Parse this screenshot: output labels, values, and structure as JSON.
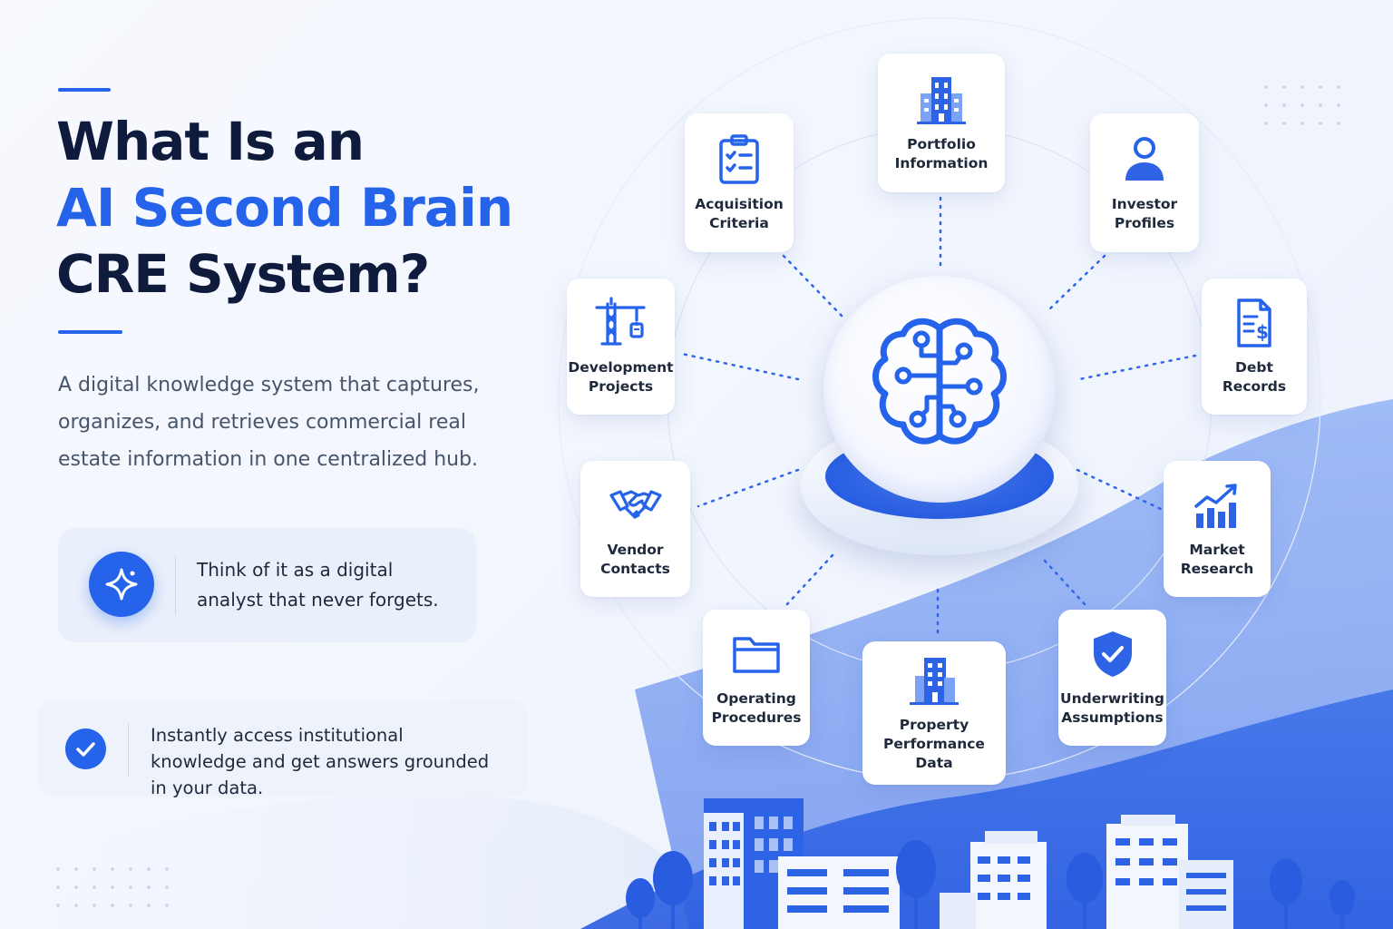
{
  "header": {
    "title_line1": "What Is an",
    "title_line2": "AI Second Brain",
    "title_line3": "CRE System?",
    "description": "A digital knowledge system that captures, organizes, and retrieves commercial real estate information in one centralized hub."
  },
  "callouts": {
    "analyst_text": "Think of it as a digital analyst that never forgets.",
    "access_text": "Instantly access institutional knowledge and get answers grounded in your data."
  },
  "hub": {
    "icon": "brain-circuit-icon"
  },
  "nodes": [
    {
      "label": "Portfolio\nInformation",
      "icon": "office-building-icon"
    },
    {
      "label": "Investor\nProfiles",
      "icon": "person-icon"
    },
    {
      "label": "Debt\nRecords",
      "icon": "dollar-document-icon"
    },
    {
      "label": "Market\nResearch",
      "icon": "growth-chart-icon"
    },
    {
      "label": "Underwriting\nAssumptions",
      "icon": "shield-check-icon"
    },
    {
      "label": "Property\nPerformance Data",
      "icon": "building-icon"
    },
    {
      "label": "Operating\nProcedures",
      "icon": "folder-icon"
    },
    {
      "label": "Vendor\nContacts",
      "icon": "handshake-icon"
    },
    {
      "label": "Development\nProjects",
      "icon": "crane-icon"
    },
    {
      "label": "Acquisition\nCriteria",
      "icon": "checklist-clipboard-icon"
    }
  ],
  "colors": {
    "accent": "#2563eb",
    "navy": "#0f1b3d",
    "body_text": "#475569"
  }
}
